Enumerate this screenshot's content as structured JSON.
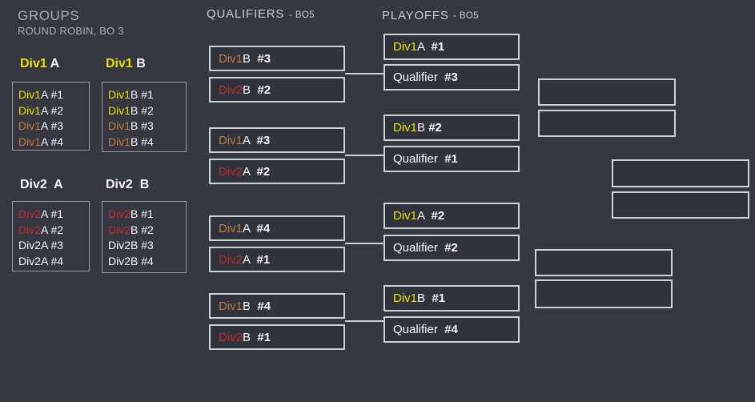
{
  "colors": {
    "yellow": "#e8e100",
    "orange": "#c17c3c",
    "red": "#c1272f",
    "white": "#f5f5f5",
    "gray": "#a9abae",
    "accent_border": "#ced1d5",
    "background": "#353841"
  },
  "groups": {
    "title": "GROUPS",
    "subtitle": "ROUND ROBIN, BO 3",
    "tables": [
      {
        "heading": [
          {
            "t": "Div1",
            "c": "yellow"
          },
          {
            "t": " A",
            "c": "white"
          }
        ],
        "rows": [
          [
            {
              "t": "Div1",
              "c": "yellow"
            },
            {
              "t": "A #1",
              "c": "white"
            }
          ],
          [
            {
              "t": "Div1",
              "c": "yellow"
            },
            {
              "t": "A #2",
              "c": "white"
            }
          ],
          [
            {
              "t": "Div1",
              "c": "orange"
            },
            {
              "t": "A #3",
              "c": "white"
            }
          ],
          [
            {
              "t": "Div1",
              "c": "orange"
            },
            {
              "t": "A #4",
              "c": "white"
            }
          ]
        ]
      },
      {
        "heading": [
          {
            "t": "Div1",
            "c": "yellow"
          },
          {
            "t": " B",
            "c": "white"
          }
        ],
        "rows": [
          [
            {
              "t": "Div1",
              "c": "yellow"
            },
            {
              "t": "B #1",
              "c": "white"
            }
          ],
          [
            {
              "t": "Div1",
              "c": "yellow"
            },
            {
              "t": "B #2",
              "c": "white"
            }
          ],
          [
            {
              "t": "Div1",
              "c": "orange"
            },
            {
              "t": "B #3",
              "c": "white"
            }
          ],
          [
            {
              "t": "Div1",
              "c": "orange"
            },
            {
              "t": "B #4",
              "c": "white"
            }
          ]
        ]
      },
      {
        "heading": [
          {
            "t": "Div2  A",
            "c": "white"
          }
        ],
        "rows": [
          [
            {
              "t": "Div2",
              "c": "red"
            },
            {
              "t": "A #1",
              "c": "white"
            }
          ],
          [
            {
              "t": "Div2",
              "c": "red"
            },
            {
              "t": "A #2",
              "c": "white"
            }
          ],
          [
            {
              "t": "Div2A #3",
              "c": "white"
            }
          ],
          [
            {
              "t": "Div2A #4",
              "c": "white"
            }
          ]
        ]
      },
      {
        "heading": [
          {
            "t": "Div2  B",
            "c": "white"
          }
        ],
        "rows": [
          [
            {
              "t": "Div2",
              "c": "red"
            },
            {
              "t": "B #1",
              "c": "white"
            }
          ],
          [
            {
              "t": "Div2",
              "c": "red"
            },
            {
              "t": "B #2",
              "c": "white"
            }
          ],
          [
            {
              "t": "Div2B #3",
              "c": "white"
            }
          ],
          [
            {
              "t": "Div2B #4",
              "c": "white"
            }
          ]
        ]
      }
    ]
  },
  "qualifiers": {
    "title": "QUALIFIERS",
    "bo": "- BO5",
    "matches": [
      {
        "top": [
          {
            "t": "Div1",
            "c": "orange"
          },
          {
            "t": "B  ",
            "c": "white"
          },
          {
            "t": "#3",
            "c": "white",
            "b": true
          }
        ],
        "bottom": [
          {
            "t": "Div2",
            "c": "red"
          },
          {
            "t": "B  ",
            "c": "white"
          },
          {
            "t": "#2",
            "c": "white",
            "b": true
          }
        ]
      },
      {
        "top": [
          {
            "t": "Div1",
            "c": "orange"
          },
          {
            "t": "A  ",
            "c": "white"
          },
          {
            "t": "#3",
            "c": "white",
            "b": true
          }
        ],
        "bottom": [
          {
            "t": "Div2",
            "c": "red"
          },
          {
            "t": "A  ",
            "c": "white"
          },
          {
            "t": "#2",
            "c": "white",
            "b": true
          }
        ]
      },
      {
        "top": [
          {
            "t": "Div1",
            "c": "orange"
          },
          {
            "t": "A  ",
            "c": "white"
          },
          {
            "t": "#4",
            "c": "white",
            "b": true
          }
        ],
        "bottom": [
          {
            "t": "Div2",
            "c": "red"
          },
          {
            "t": "A  ",
            "c": "white"
          },
          {
            "t": "#1",
            "c": "white",
            "b": true
          }
        ]
      },
      {
        "top": [
          {
            "t": "Div1",
            "c": "orange"
          },
          {
            "t": "B  ",
            "c": "white"
          },
          {
            "t": "#4",
            "c": "white",
            "b": true
          }
        ],
        "bottom": [
          {
            "t": "Div2",
            "c": "red"
          },
          {
            "t": "B  ",
            "c": "white"
          },
          {
            "t": "#1",
            "c": "white",
            "b": true
          }
        ]
      }
    ]
  },
  "playoffs": {
    "title": "PLAYOFFS",
    "bo": "- BO5",
    "matches": [
      {
        "top": [
          {
            "t": "Div1",
            "c": "yellow"
          },
          {
            "t": "A  ",
            "c": "white"
          },
          {
            "t": "#1",
            "c": "white",
            "b": true
          }
        ],
        "bottom": [
          {
            "t": "Qualifier  ",
            "c": "white"
          },
          {
            "t": "#3",
            "c": "white",
            "b": true
          }
        ]
      },
      {
        "top": [
          {
            "t": "Div1",
            "c": "yellow"
          },
          {
            "t": "B ",
            "c": "white"
          },
          {
            "t": "#2",
            "c": "white",
            "b": true
          }
        ],
        "bottom": [
          {
            "t": "Qualifier  ",
            "c": "white"
          },
          {
            "t": "#1",
            "c": "white",
            "b": true
          }
        ]
      },
      {
        "top": [
          {
            "t": "Div1",
            "c": "yellow"
          },
          {
            "t": "A  ",
            "c": "white"
          },
          {
            "t": "#2",
            "c": "white",
            "b": true
          }
        ],
        "bottom": [
          {
            "t": "Qualifier  ",
            "c": "white"
          },
          {
            "t": "#2",
            "c": "white",
            "b": true
          }
        ]
      },
      {
        "top": [
          {
            "t": "Div1",
            "c": "yellow"
          },
          {
            "t": "B  ",
            "c": "white"
          },
          {
            "t": "#1",
            "c": "white",
            "b": true
          }
        ],
        "bottom": [
          {
            "t": "Qualifier  ",
            "c": "white"
          },
          {
            "t": "#4",
            "c": "white",
            "b": true
          }
        ]
      }
    ]
  },
  "advance_slots": {
    "semifinal_1": [
      "",
      ""
    ],
    "final": [
      "",
      ""
    ],
    "semifinal_2": [
      "",
      ""
    ]
  }
}
